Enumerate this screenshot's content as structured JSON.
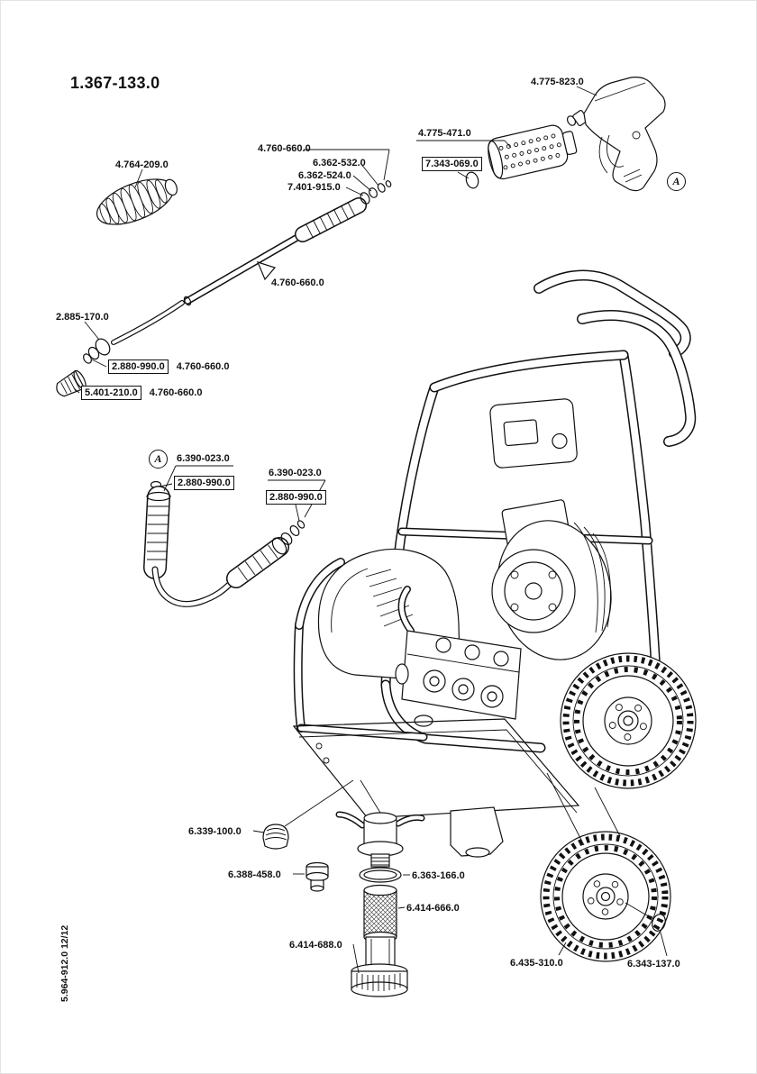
{
  "meta": {
    "drawing_number": "1.367-133.0",
    "doc_footer": "5.964-912.0  12/12"
  },
  "callout": {
    "letter": "A"
  },
  "labels": {
    "rotary_nozzle": "4.764-209.0",
    "lance_assembly_top": "4.760-660.0",
    "seal_1": "6.362-532.0",
    "seal_2": "6.362-524.0",
    "seal_3": "7.401-915.0",
    "grip_sleeve_assembly": "4.775-471.0",
    "grip_sleeve": "7.343-069.0",
    "trigger_gun": "4.775-823.0",
    "lance_mid": "4.760-660.0",
    "hose_fitting": "2.885-170.0",
    "union_1_box": "2.880-990.0",
    "union_1_ref": "4.760-660.0",
    "nozzle_cap_box": "5.401-210.0",
    "nozzle_cap_ref": "4.760-660.0",
    "hose_grip_1": "6.390-023.0",
    "hose_oring_1": "2.880-990.0",
    "hose_grip_2": "6.390-023.0",
    "hose_oring_2": "2.880-990.0",
    "plug_cap": "6.339-100.0",
    "inlet_nipple": "6.388-458.0",
    "filter_oring": "6.363-166.0",
    "filter_insert": "6.414-666.0",
    "filter_housing": "6.414-688.0",
    "wheel": "6.435-310.0",
    "wheel_oring": "6.343-137.0"
  }
}
